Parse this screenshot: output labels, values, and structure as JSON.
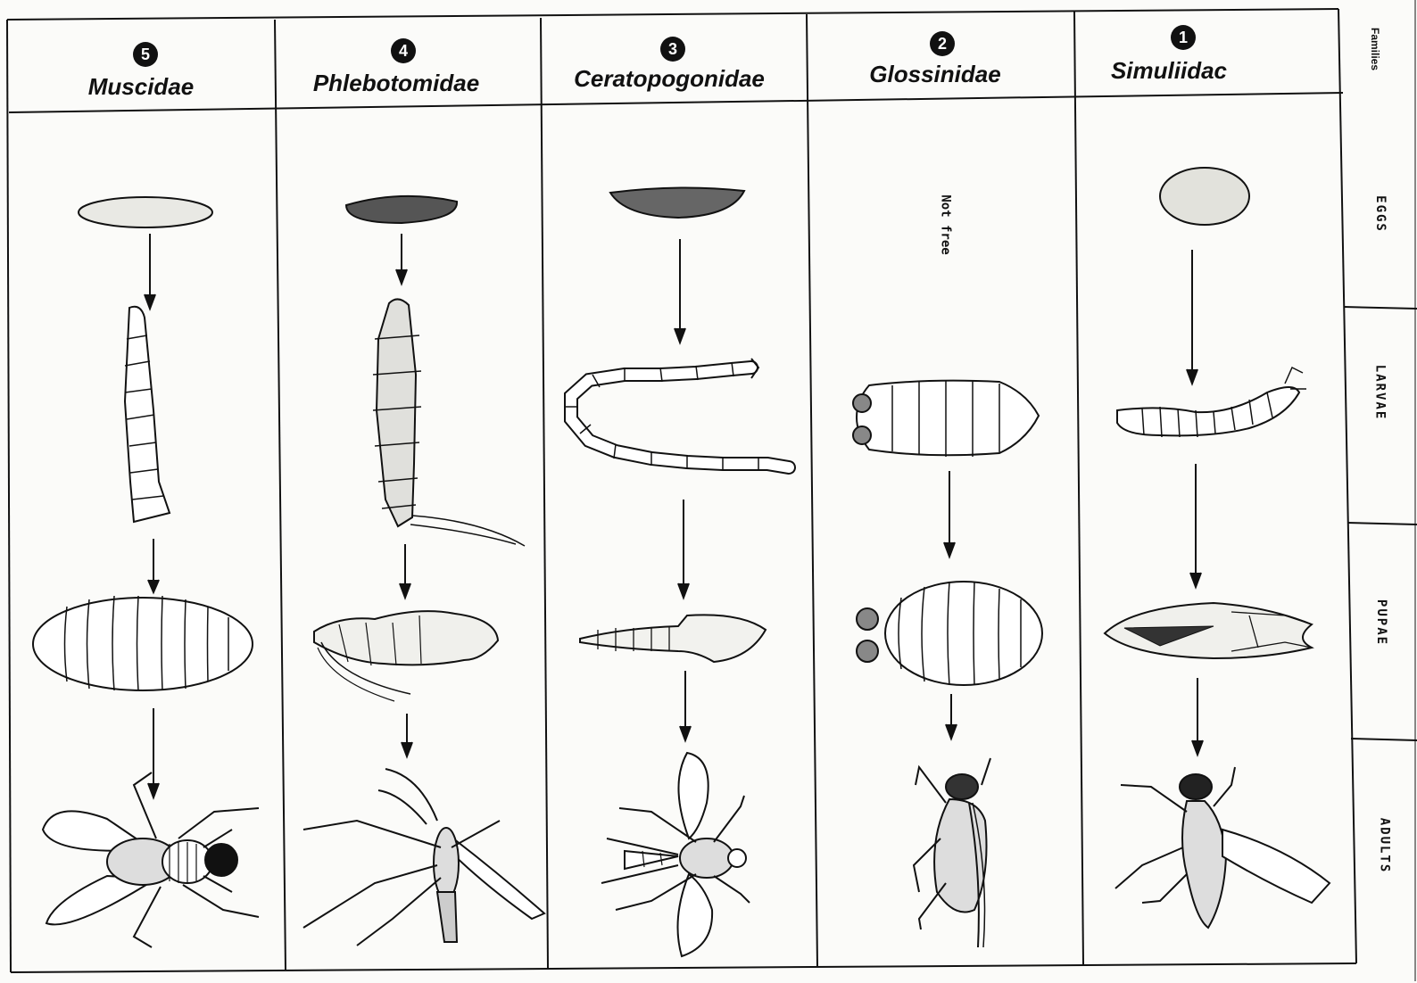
{
  "header": {
    "families_label": "Families"
  },
  "stages": [
    {
      "id": "eggs",
      "label": "EGGS"
    },
    {
      "id": "larvae",
      "label": "LARVAE"
    },
    {
      "id": "pupae",
      "label": "PUPAE"
    },
    {
      "id": "adults",
      "label": "ADULTS"
    }
  ],
  "families": [
    {
      "number": "5",
      "name": "Muscidae"
    },
    {
      "number": "4",
      "name": "Phlebotomidae"
    },
    {
      "number": "3",
      "name": "Ceratopogonidae"
    },
    {
      "number": "2",
      "name": "Glossinidae",
      "egg_note": "Not free"
    },
    {
      "number": "1",
      "name": "Simuliidac"
    }
  ],
  "colors": {
    "ink": "#111111",
    "paper": "#fbfbf9"
  }
}
